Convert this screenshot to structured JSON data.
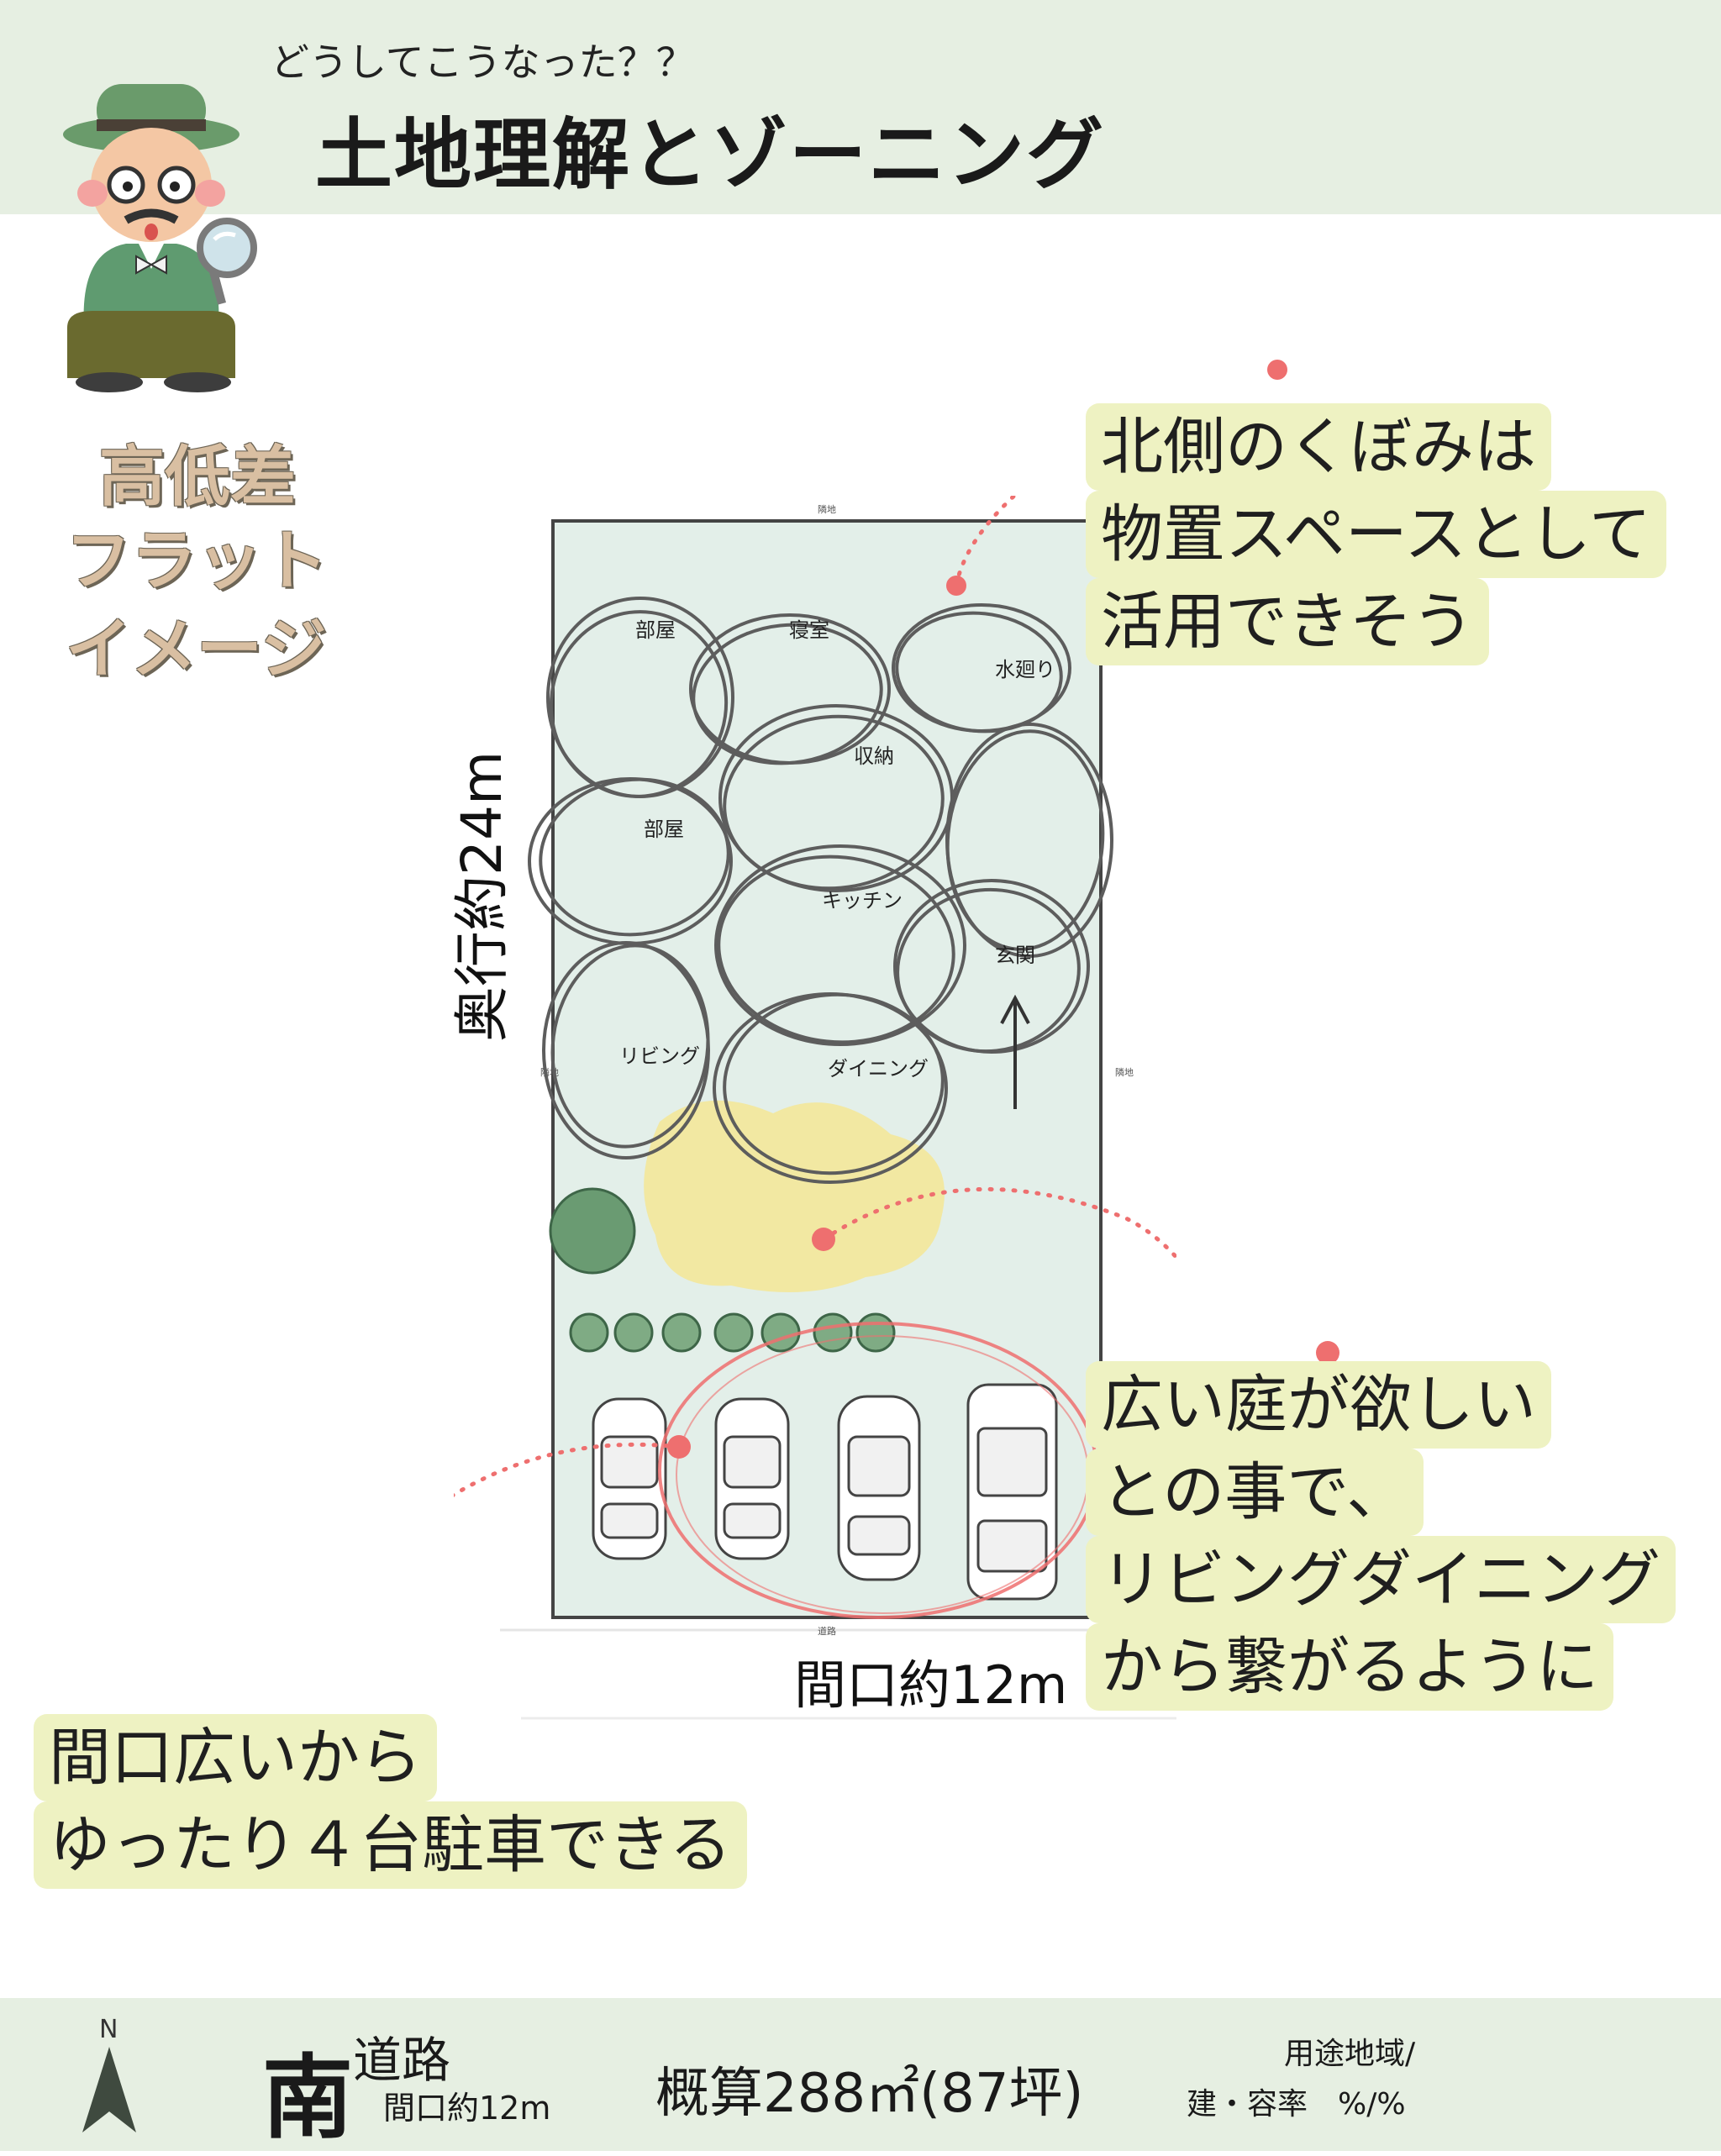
{
  "header": {
    "subtitle": "どうしてこうなった？？",
    "title": "土地理解とゾーニング"
  },
  "tags": [
    "高低差",
    "フラット",
    "イメージ"
  ],
  "plan": {
    "rooms": [
      "部屋",
      "寝室",
      "水廻り",
      "収納",
      "部屋",
      "キッチン",
      "玄関",
      "リビング",
      "ダイニング"
    ],
    "top_neighbor": "隣地",
    "left_neighbor": "隣地",
    "right_neighbor": "隣地",
    "road": "道路",
    "depth_label": "奥行約24m",
    "frontage_label": "間口約12m",
    "car_count": 4,
    "shrub_count": 7
  },
  "notes": {
    "north": [
      "北側のくぼみは",
      "物置スペースとして",
      "活用できそう"
    ],
    "garden": [
      "広い庭が欲しい",
      "との事で、",
      "リビングダイニング",
      "から繋がるように"
    ],
    "parking": [
      "間口広いから",
      "ゆったり４台駐車できる"
    ]
  },
  "footer": {
    "compass_label": "N",
    "direction": "南",
    "road": "道路",
    "frontage": "間口約12m",
    "area": "概算288㎡(87坪)",
    "zoning_label": "用途地域/",
    "ratio_label": "建・容率　%/%"
  },
  "colors": {
    "band": "#e6efe2",
    "note_highlight": "#eef2c2",
    "site_fill": "#e3efe9",
    "garden": "#f3e79a",
    "accent_red": "#ee6f6f"
  }
}
